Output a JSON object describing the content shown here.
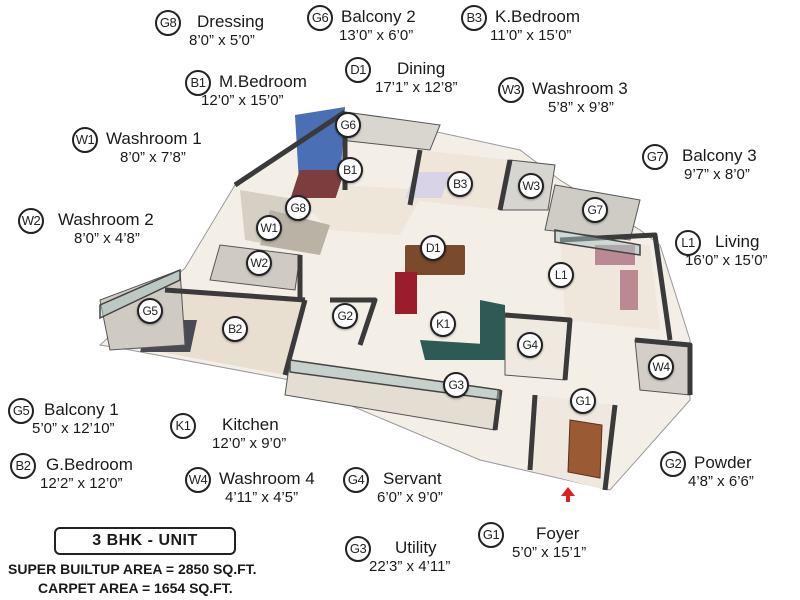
{
  "rooms": {
    "g8": {
      "code": "G8",
      "name": "Dressing",
      "size": "8’0” x 5’0”"
    },
    "g6": {
      "code": "G6",
      "name": "Balcony 2",
      "size": "13’0” x 6’0”"
    },
    "b3": {
      "code": "B3",
      "name": "K.Bedroom",
      "size": "11’0” x 15’0”"
    },
    "b1": {
      "code": "B1",
      "name": "M.Bedroom",
      "size": "12’0” x 15’0”"
    },
    "d1": {
      "code": "D1",
      "name": "Dining",
      "size": "17’1” x 12’8”"
    },
    "w3": {
      "code": "W3",
      "name": "Washroom 3",
      "size": "5’8” x 9’8”"
    },
    "w1": {
      "code": "W1",
      "name": "Washroom 1",
      "size": "8’0” x 7’8”"
    },
    "g7": {
      "code": "G7",
      "name": "Balcony 3",
      "size": "9’7” x 8’0”"
    },
    "w2": {
      "code": "W2",
      "name": "Washroom 2",
      "size": "8’0” x 4’8”"
    },
    "l1": {
      "code": "L1",
      "name": "Living",
      "size": "16’0” x 15’0”"
    },
    "g5": {
      "code": "G5",
      "name": "Balcony 1",
      "size": "5’0” x 12’10”"
    },
    "k1": {
      "code": "K1",
      "name": "Kitchen",
      "size": "12’0” x 9’0”"
    },
    "g2": {
      "code": "G2",
      "name": "Powder",
      "size": "4’8” x 6’6”"
    },
    "b2": {
      "code": "B2",
      "name": "G.Bedroom",
      "size": "12’2” x 12’0”"
    },
    "w4": {
      "code": "W4",
      "name": "Washroom 4",
      "size": "4’11” x 4’5”"
    },
    "g4": {
      "code": "G4",
      "name": "Servant",
      "size": "6’0” x 9’0”"
    },
    "g1": {
      "code": "G1",
      "name": "Foyer",
      "size": "5’0” x 15’1”"
    },
    "g3": {
      "code": "G3",
      "name": "Utility",
      "size": "22’3” x 4’11”"
    }
  },
  "unit": {
    "type": "3 BHK - UNIT",
    "super_builtup": "SUPER BUILTUP AREA = 2850 SQ.FT.",
    "carpet": "CARPET AREA = 1654 SQ.FT."
  },
  "colors": {
    "floor": "#f3efe8",
    "wall": "#3a3a3a",
    "accent_wall": "#4b6fb5",
    "wood": "#8a5a3a",
    "entry_arrow": "#e02020"
  }
}
